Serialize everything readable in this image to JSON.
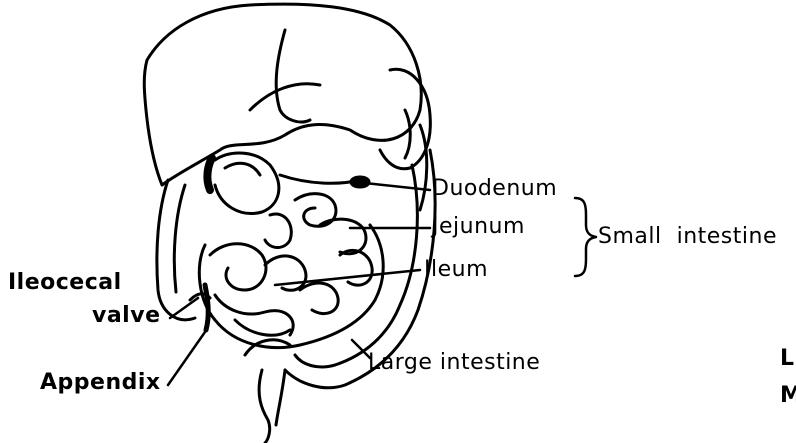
{
  "labels": {
    "duodenum": "Duodenum",
    "jejunum": "Jejunum",
    "small_intestine": "Small  intestine",
    "ileum": "Ileum",
    "ileocecal_line1": "Ileocecal",
    "ileocecal_line2": "valve",
    "appendix": "Appendix",
    "large_intestine": "Large intestine"
  },
  "edge_fragments": {
    "top": "L",
    "bottom": "M"
  }
}
